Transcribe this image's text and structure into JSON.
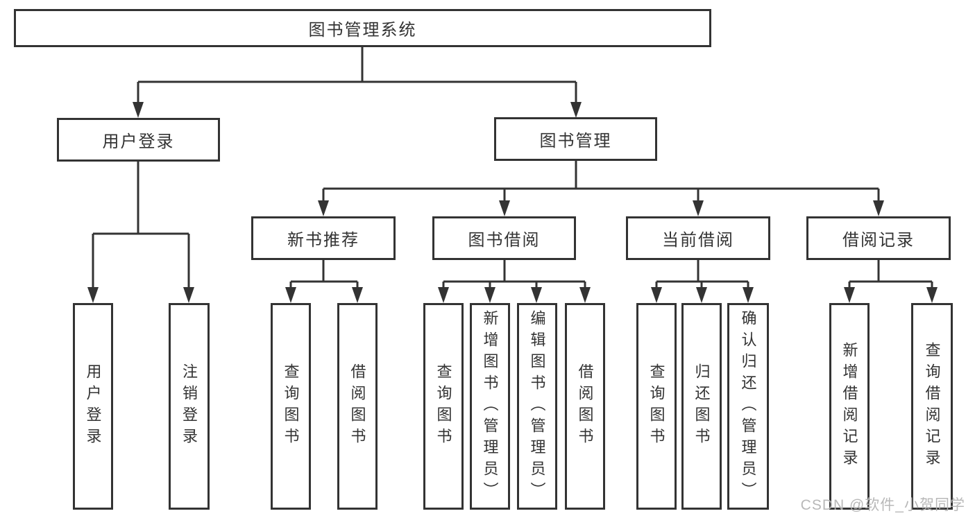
{
  "diagram": {
    "root": {
      "id": "root",
      "label": "图书管理系统"
    },
    "level2": [
      {
        "id": "user_login",
        "label": "用户登录"
      },
      {
        "id": "book_mgmt",
        "label": "图书管理"
      }
    ],
    "level3": [
      {
        "id": "new_book_rec",
        "label": "新书推荐"
      },
      {
        "id": "book_borrow",
        "label": "图书借阅"
      },
      {
        "id": "current_borrow",
        "label": "当前借阅"
      },
      {
        "id": "borrow_records",
        "label": "借阅记录"
      }
    ],
    "leaves": {
      "user_login": [
        {
          "id": "user_login_leaf",
          "label": "用户登录"
        },
        {
          "id": "logout_leaf",
          "label": "注销登录"
        }
      ],
      "new_book_rec": [
        {
          "id": "nb_query",
          "label": "查询图书"
        },
        {
          "id": "nb_borrow",
          "label": "借阅图书"
        }
      ],
      "book_borrow": [
        {
          "id": "bb_query",
          "label": "查询图书"
        },
        {
          "id": "bb_add",
          "label": "新增图书（管理员）"
        },
        {
          "id": "bb_edit",
          "label": "编辑图书（管理员）"
        },
        {
          "id": "bb_borrow",
          "label": "借阅图书"
        }
      ],
      "current_borrow": [
        {
          "id": "cb_query",
          "label": "查询图书"
        },
        {
          "id": "cb_return",
          "label": "归还图书"
        },
        {
          "id": "cb_confirm",
          "label": "确认归还（管理员）"
        }
      ],
      "borrow_records": [
        {
          "id": "br_add",
          "label": "新增借阅记录"
        },
        {
          "id": "br_query",
          "label": "查询借阅记录"
        }
      ]
    },
    "edges": [
      {
        "from": "root",
        "to": [
          "user_login",
          "book_mgmt"
        ]
      },
      {
        "from": "user_login",
        "to": [
          "user_login_leaf",
          "logout_leaf"
        ]
      },
      {
        "from": "book_mgmt",
        "to": [
          "new_book_rec",
          "book_borrow",
          "current_borrow",
          "borrow_records"
        ]
      },
      {
        "from": "new_book_rec",
        "to": [
          "nb_query",
          "nb_borrow"
        ]
      },
      {
        "from": "book_borrow",
        "to": [
          "bb_query",
          "bb_add",
          "bb_edit",
          "bb_borrow"
        ]
      },
      {
        "from": "current_borrow",
        "to": [
          "cb_query",
          "cb_return",
          "cb_confirm"
        ]
      },
      {
        "from": "borrow_records",
        "to": [
          "br_add",
          "br_query"
        ]
      }
    ],
    "colors": {
      "line": "#333333",
      "text": "#333333",
      "background": "#ffffff",
      "watermark": "#b5b5b5"
    }
  },
  "watermark": {
    "text": "CSDN @软件_小贺同学"
  }
}
